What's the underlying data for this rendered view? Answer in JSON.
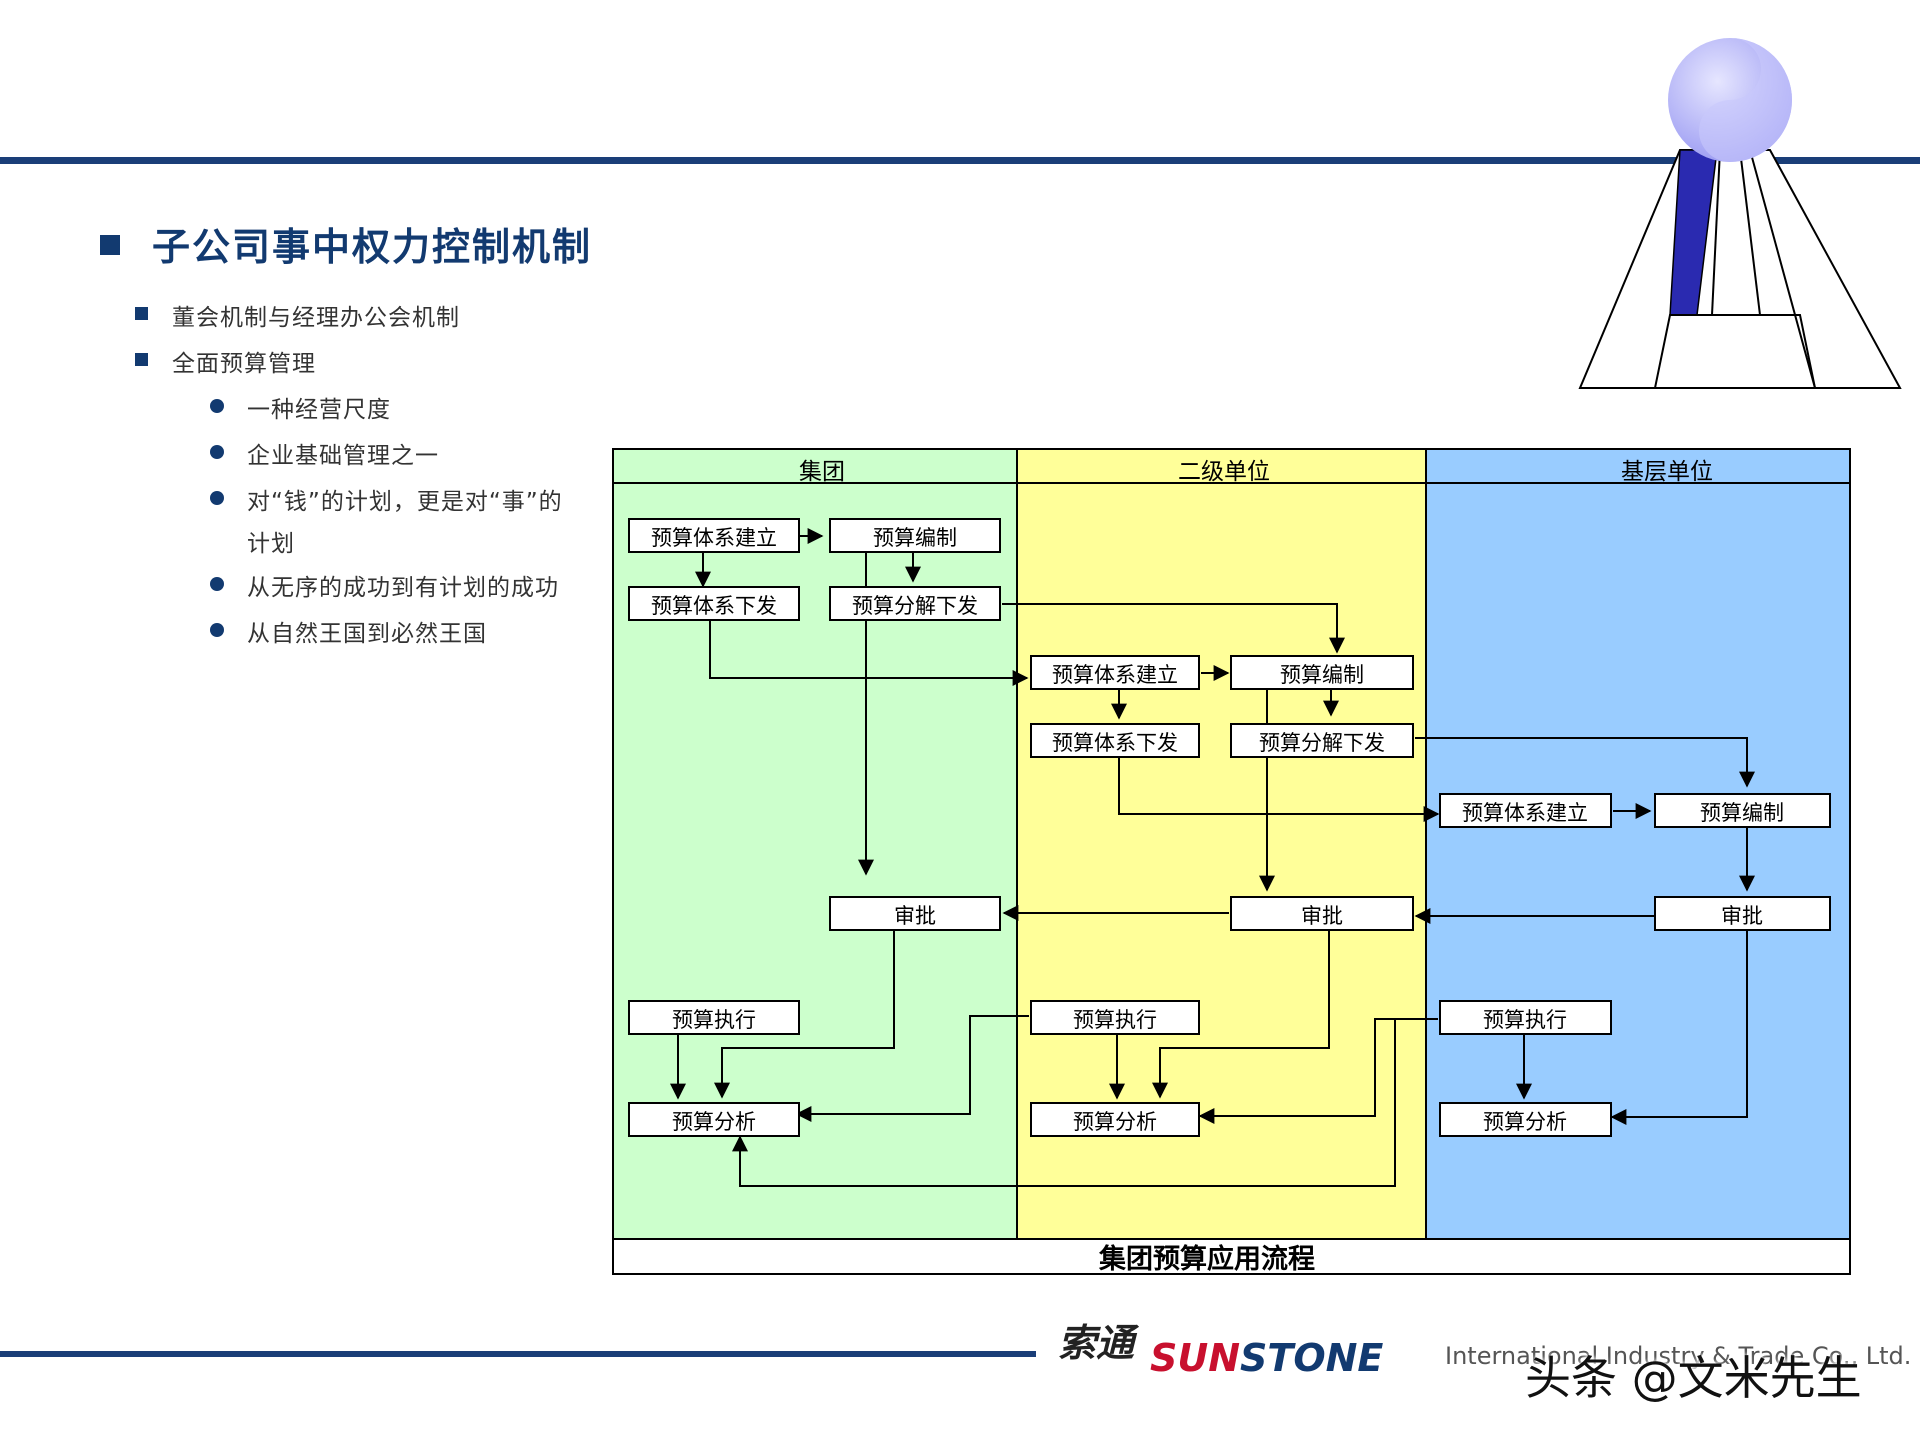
{
  "slide": {
    "title": "子公司事中权力控制机制",
    "bullets_l1": [
      {
        "text": "董会机制与经理办公会机制"
      },
      {
        "text": "全面预算管理"
      }
    ],
    "bullets_l2": [
      {
        "text": "一种经营尺度"
      },
      {
        "text": "企业基础管理之一"
      },
      {
        "text": "对“钱”的计划，更是对“事”的",
        "text2": "计划"
      },
      {
        "text": "从无序的成功到有计划的成功"
      },
      {
        "text": "从自然王国到必然王国"
      }
    ]
  },
  "diagram": {
    "lanes": [
      {
        "label": "集团",
        "color": "#ccffcc"
      },
      {
        "label": "二级单位",
        "color": "#ffff99"
      },
      {
        "label": "基层单位",
        "color": "#99ccff"
      }
    ],
    "caption": "集团预算应用流程",
    "nodes": {
      "g_build": "预算体系建立",
      "g_prep": "预算编制",
      "g_issue": "预算体系下发",
      "g_decomp": "预算分解下发",
      "g_approve": "审批",
      "g_exec": "预算执行",
      "g_analysis": "预算分析",
      "s_build": "预算体系建立",
      "s_prep": "预算编制",
      "s_issue": "预算体系下发",
      "s_decomp": "预算分解下发",
      "s_approve": "审批",
      "s_exec": "预算执行",
      "s_analysis": "预算分析",
      "b_build": "预算体系建立",
      "b_prep": "预算编制",
      "b_approve": "审批",
      "b_exec": "预算执行",
      "b_analysis": "预算分析"
    }
  },
  "logo": {
    "chinese": "索通",
    "brand_red": "SUN",
    "brand_blue": "STONE",
    "subtitle": "International Industry & Trade Co., Ltd."
  },
  "watermark": "头条 @文米先生",
  "colors": {
    "primary": "#1a3e78",
    "brand_red": "#c8102e"
  }
}
